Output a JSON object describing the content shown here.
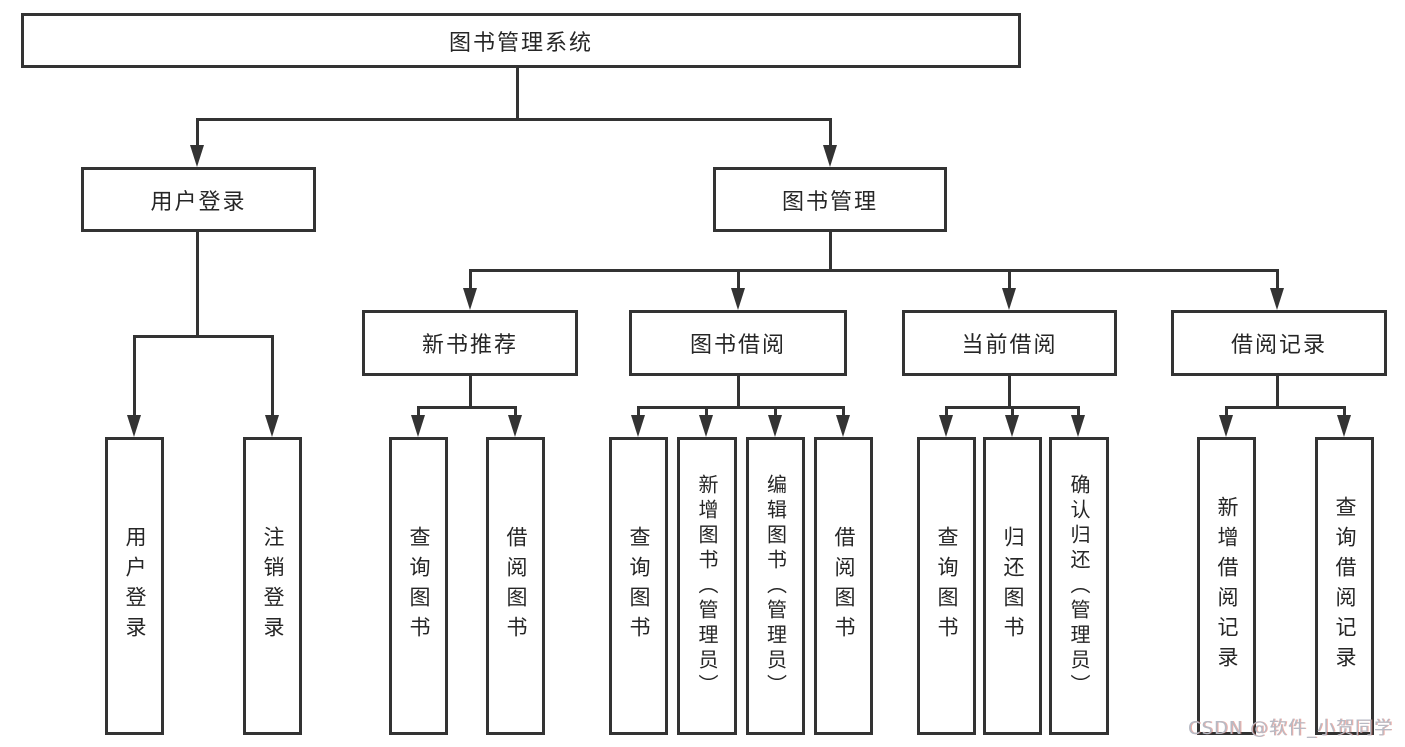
{
  "tree": {
    "root": "图书管理系统",
    "children": [
      {
        "label": "用户登录",
        "children": [
          "用户登录",
          "注销登录"
        ]
      },
      {
        "label": "图书管理",
        "children": [
          {
            "label": "新书推荐",
            "children": [
              "查询图书",
              "借阅图书"
            ]
          },
          {
            "label": "图书借阅",
            "children": [
              "查询图书",
              "新增图书（管理员）",
              "编辑图书（管理员）",
              "借阅图书"
            ]
          },
          {
            "label": "当前借阅",
            "children": [
              "查询图书",
              "归还图书",
              "确认归还（管理员）"
            ]
          },
          {
            "label": "借阅记录",
            "children": [
              "新增借阅记录",
              "查询借阅记录"
            ]
          }
        ]
      }
    ]
  },
  "watermark": {
    "text": "CSDN @软件_小贺同学"
  },
  "colors": {
    "line": "#333333",
    "text": "#262626",
    "background": "#ffffff",
    "watermark": "#b7bac4"
  }
}
